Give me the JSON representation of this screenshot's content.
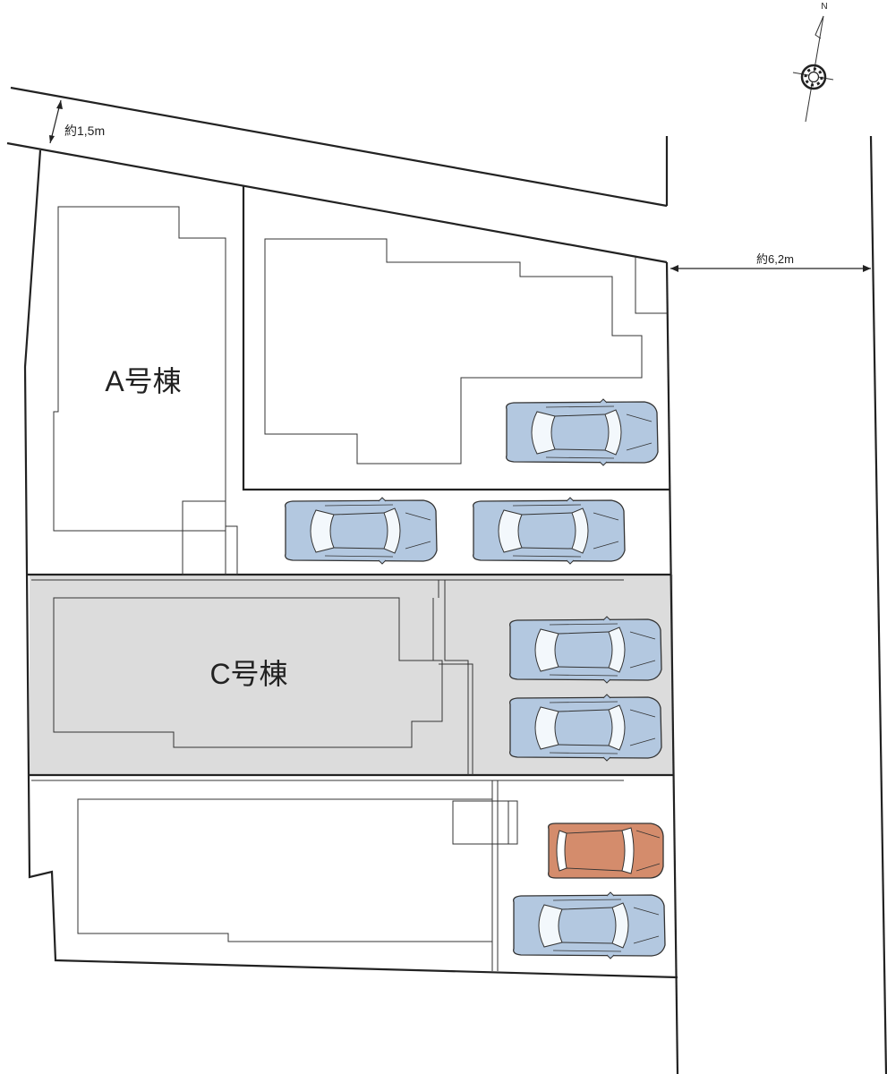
{
  "compass": {
    "north_label": "N"
  },
  "buildings": [
    {
      "id": "A",
      "label": "A号棟"
    },
    {
      "id": "C",
      "label": "C号棟"
    }
  ],
  "dimensions": [
    {
      "label": "約1,5m"
    },
    {
      "label": "約6,2m"
    }
  ],
  "colors": {
    "car_blue": "#b3c8e0",
    "car_orange": "#d48c6c",
    "shade": "#dcdcdc"
  }
}
